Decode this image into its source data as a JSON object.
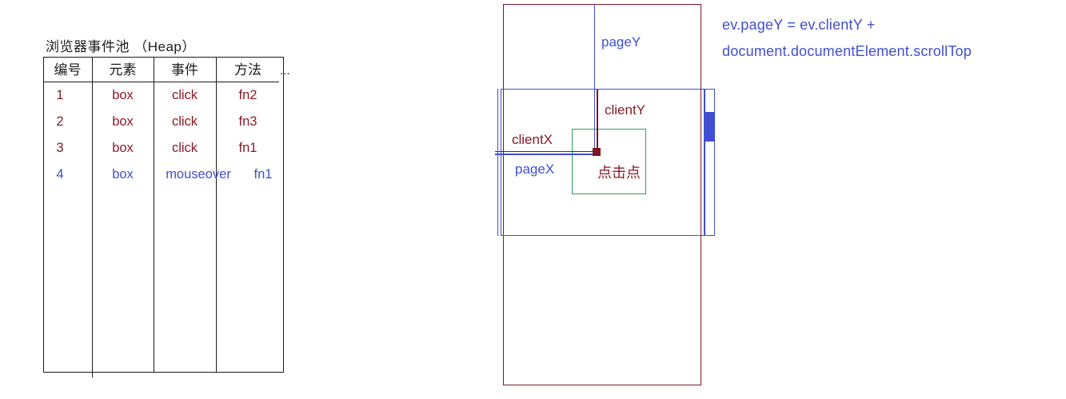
{
  "heap": {
    "title": "浏览器事件池 （Heap）",
    "columns": [
      "编号",
      "元素",
      "事件",
      "方法"
    ],
    "ellipsis": "...",
    "rows": [
      {
        "no": "1",
        "el": "box",
        "ev": "click",
        "fn": "fn2"
      },
      {
        "no": "2",
        "el": "box",
        "ev": "click",
        "fn": "fn3"
      },
      {
        "no": "3",
        "el": "box",
        "ev": "click",
        "fn": "fn1"
      },
      {
        "no": "4",
        "el": "box",
        "ev": "mouseover",
        "fn": "fn1"
      }
    ]
  },
  "diagram": {
    "labels": {
      "page_y": "pageY",
      "client_y": "clientY",
      "client_x": "clientX",
      "page_x": "pageX",
      "click_point": "点击点"
    }
  },
  "formula": {
    "line1": "ev.pageY = ev.clientY +",
    "line2": "document.documentElement.scrollTop"
  },
  "colors": {
    "table_text_red": "#8b1a24",
    "row4_blue": "#414ed2",
    "page_rect_red": "#7a1626",
    "viewport_blue": "#414ed2",
    "box_green": "#2f9e5b",
    "black": "#1c1c1c"
  }
}
